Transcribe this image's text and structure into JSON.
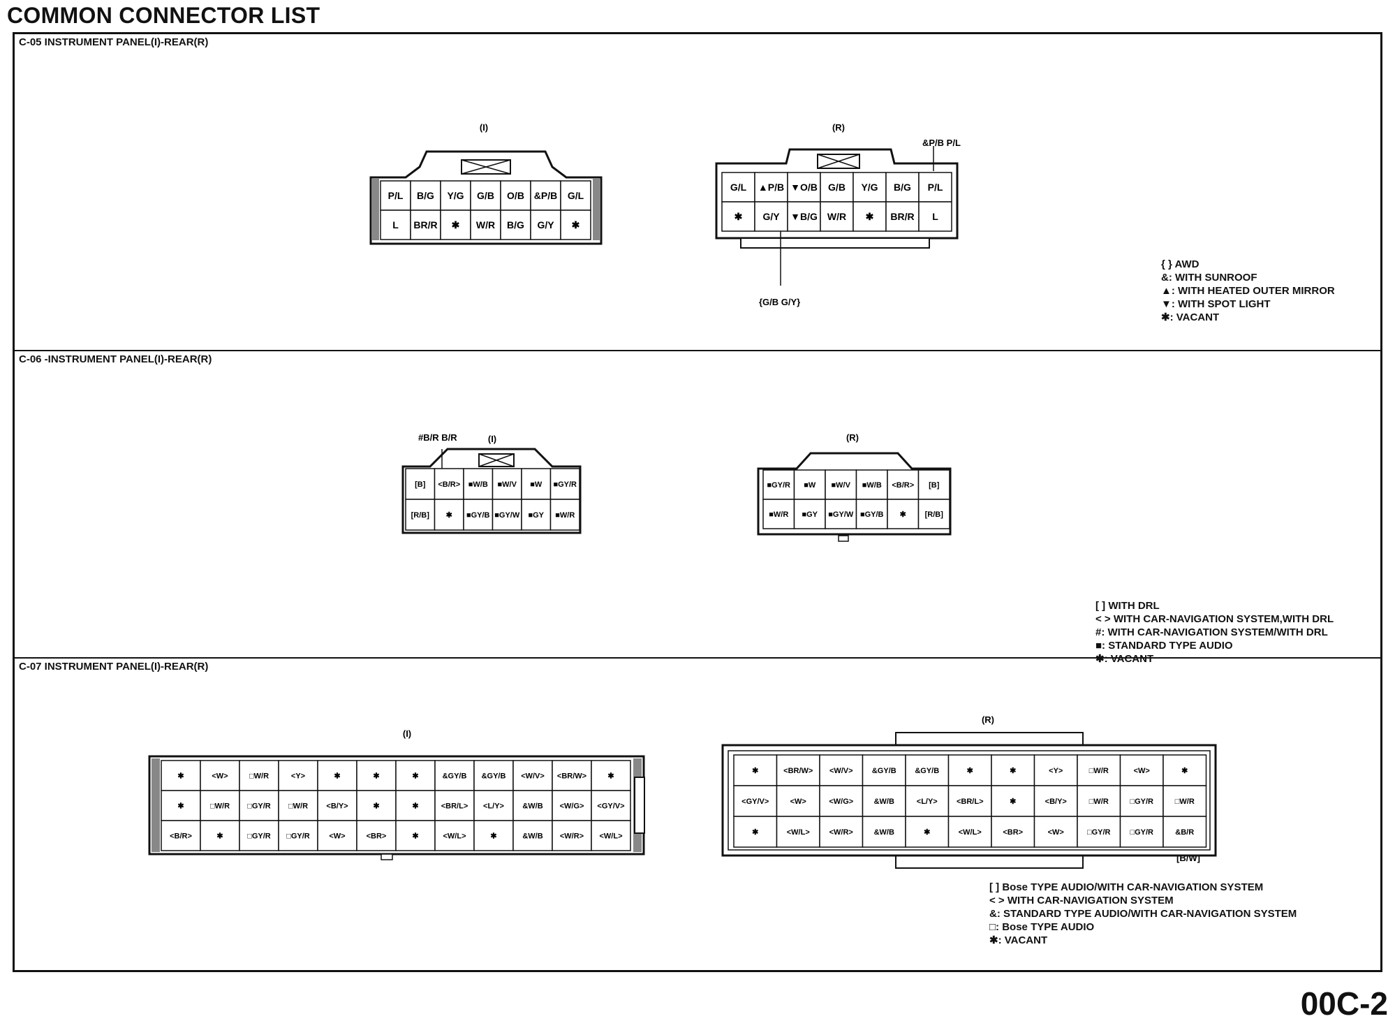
{
  "page_title": "COMMON CONNECTOR LIST",
  "page_number": "00C-2",
  "sections": [
    {
      "title": "C-05 INSTRUMENT PANEL(I)-REAR(R)",
      "connectors": [
        {
          "label": "(I)"
        },
        {
          "label": "(R)",
          "note": "&P/B P/L",
          "branch_note": "{G/B G/Y}"
        }
      ],
      "legend": [
        "{ } AWD",
        "&: WITH SUNROOF",
        "▲: WITH HEATED OUTER MIRROR",
        "▼: WITH SPOT LIGHT",
        "✱: VACANT"
      ]
    },
    {
      "title": "C-06 -INSTRUMENT PANEL(I)-REAR(R)",
      "connectors": [
        {
          "label": "(I)",
          "note": "#B/R B/R"
        },
        {
          "label": "(R)"
        }
      ],
      "legend": [
        "[ ] WITH DRL",
        "< > WITH CAR-NAVIGATION SYSTEM,WITH DRL",
        "#: WITH CAR-NAVIGATION SYSTEM/WITH DRL",
        "■: STANDARD TYPE AUDIO",
        "✱: VACANT"
      ]
    },
    {
      "title": "C-07 INSTRUMENT PANEL(I)-REAR(R)",
      "connectors": [
        {
          "label": "(I)"
        },
        {
          "label": "(R)",
          "note": "[B/W]"
        }
      ],
      "legend": [
        "[ ] Bose TYPE AUDIO/WITH CAR-NAVIGATION SYSTEM",
        "< > WITH CAR-NAVIGATION SYSTEM",
        "&: STANDARD TYPE AUDIO/WITH CAR-NAVIGATION SYSTEM",
        "□: Bose TYPE AUDIO",
        "✱: VACANT"
      ]
    }
  ],
  "pins": {
    "c05_i": [
      [
        "P/L",
        "B/G",
        "Y/G",
        "G/B",
        "O/B",
        "&P/B",
        "G/L"
      ],
      [
        "L",
        "BR/R",
        "✱",
        "W/R",
        "B/G",
        "G/Y",
        "✱"
      ]
    ],
    "c05_r": [
      [
        "G/L",
        "▲P/B",
        "▼O/B",
        "G/B",
        "Y/G",
        "B/G",
        "P/L"
      ],
      [
        "✱",
        "G/Y",
        "▼B/G",
        "W/R",
        "✱",
        "BR/R",
        "L"
      ]
    ],
    "c06_i": [
      [
        "[B]",
        "<B/R>",
        "■W/B",
        "■W/V",
        "■W",
        "■GY/R"
      ],
      [
        "[R/B]",
        "✱",
        "■GY/B",
        "■GY/W",
        "■GY",
        "■W/R"
      ]
    ],
    "c06_r": [
      [
        "■GY/R",
        "■W",
        "■W/V",
        "■W/B",
        "<B/R>",
        "[B]"
      ],
      [
        "■W/R",
        "■GY",
        "■GY/W",
        "■GY/B",
        "✱",
        "[R/B]"
      ]
    ],
    "c07_i": [
      [
        "✱",
        "<W>",
        "□W/R",
        "<Y>",
        "✱",
        "✱",
        "✱",
        "&GY/B",
        "&GY/B",
        "<W/V>",
        "<BR/W>",
        "✱"
      ],
      [
        "✱",
        "□W/R",
        "□GY/R",
        "□W/R",
        "<B/Y>",
        "✱",
        "✱",
        "<BR/L>",
        "<L/Y>",
        "&W/B",
        "<W/G>",
        "<GY/V>"
      ],
      [
        "<B/R>",
        "✱",
        "□GY/R",
        "□GY/R",
        "<W>",
        "<BR>",
        "✱",
        "<W/L>",
        "✱",
        "&W/B",
        "<W/R>",
        "<W/L>"
      ]
    ],
    "c07_r": [
      [
        "✱",
        "<BR/W>",
        "<W/V>",
        "&GY/B",
        "&GY/B",
        "✱",
        "✱",
        "<Y>",
        "□W/R",
        "<W>",
        "✱"
      ],
      [
        "<GY/V>",
        "<W>",
        "<W/G>",
        "&W/B",
        "<L/Y>",
        "<BR/L>",
        "✱",
        "<B/Y>",
        "□W/R",
        "□GY/R",
        "□W/R"
      ],
      [
        "✱",
        "<W/L>",
        "<W/R>",
        "&W/B",
        "✱",
        "<W/L>",
        "<BR>",
        "<W>",
        "□GY/R",
        "□GY/R",
        "&B/R"
      ]
    ]
  }
}
